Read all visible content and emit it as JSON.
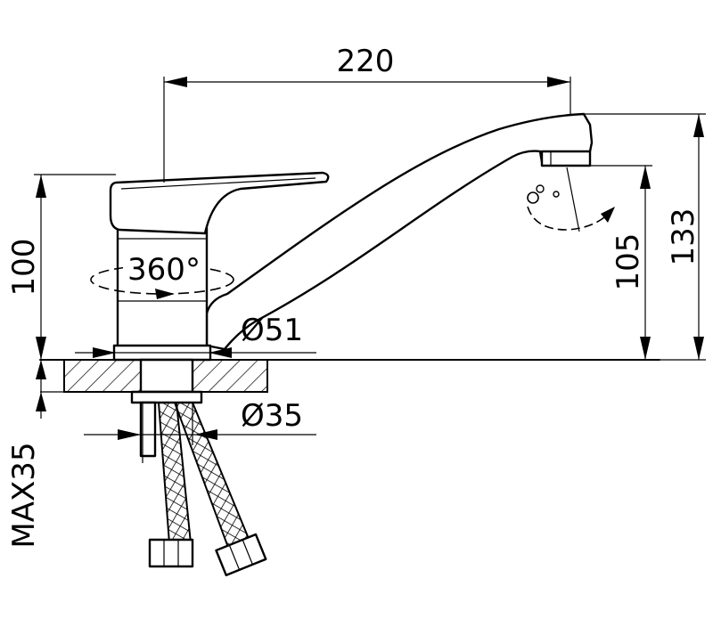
{
  "dimensions": {
    "spout_reach": "220",
    "body_height": "100",
    "outlet_height": "105",
    "total_height": "133",
    "body_diameter": "Ø51",
    "shank_diameter": "Ø35",
    "max_deck_thickness": "MAX35",
    "rotation": "360°"
  },
  "icons": {
    "rotation_arrow": "ellipse-arrow",
    "aerator": "outlet-swivel"
  },
  "colors": {
    "line": "#000000",
    "background": "#ffffff"
  }
}
